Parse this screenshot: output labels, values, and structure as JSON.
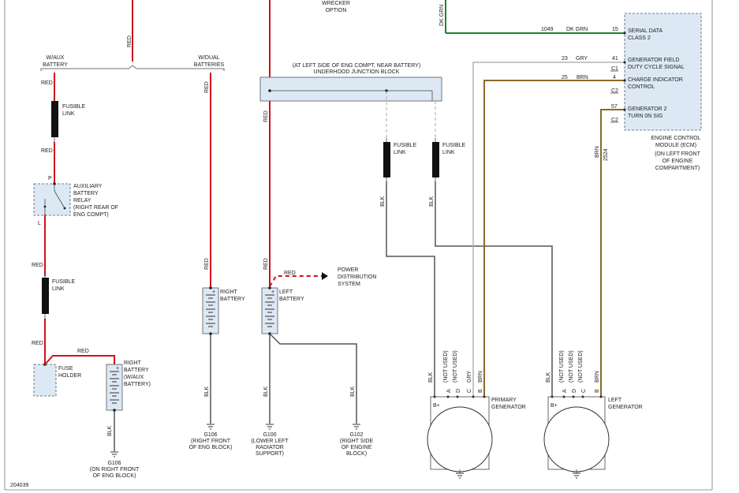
{
  "figure_id": "204039",
  "top_labels": {
    "red_top": "RED",
    "wrecker_line1": "WRECKER",
    "wrecker_line2": "OPTION",
    "dk_grn_top": "DK GRN",
    "w_aux_line1": "W/AUX",
    "w_aux_line2": "BATTERY",
    "w_dual_line1": "W/DUAL",
    "w_dual_line2": "BATTERIES"
  },
  "junction_block": {
    "line1": "(AT LEFT SIDE OF ENG COMPT, NEAR BATTERY)",
    "line2": "UNDERHOOD JUNCTION BLOCK"
  },
  "ecm": {
    "rows": [
      {
        "circuit": "1049",
        "color": "DK GRN",
        "pin": "15",
        "name1": "SERIAL DATA",
        "name2": "CLASS 2",
        "connector": ""
      },
      {
        "circuit": "23",
        "color": "GRY",
        "pin": "41",
        "name1": "GENERATOR FIELD",
        "name2": "DUTY CYCLE SIGNAL",
        "connector": "C1"
      },
      {
        "circuit": "25",
        "color": "BRN",
        "pin": "4",
        "name1": "CHARGE INDICATOR",
        "name2": "CONTROL",
        "connector": "C2"
      },
      {
        "circuit": "57",
        "color": "",
        "pin": "",
        "name1": "GENERATOR 2",
        "name2": "TURN 0N SIG",
        "connector": "C2"
      }
    ],
    "title1": "ENGINE CONTROL",
    "title2": "MODULE (ECM)",
    "loc1": "(ON LEFT FRONT",
    "loc2": "OF ENGINE",
    "loc3": "COMPARTMENT)",
    "vertical_color": "BRN",
    "vertical_circuit": "2524"
  },
  "wire_labels": {
    "red": "RED",
    "blk": "BLK",
    "fusible1": "FUSIBLE",
    "fusible2": "LINK"
  },
  "aux_relay": {
    "pin_p": "P",
    "pin_l": "L",
    "line1": "AUXILIARY",
    "line2": "BATTERY",
    "line3": "RELAY",
    "line4": "(RIGHT REAR OF",
    "line5": "ENG COMPT)"
  },
  "fuse_holder": {
    "line1": "FUSE",
    "line2": "HOLDER"
  },
  "batteries": {
    "aux_right": {
      "line1": "RIGHT",
      "line2": "BATTERY",
      "line3": "(W/AUX",
      "line4": "BATTERY)"
    },
    "right": {
      "line1": "RIGHT",
      "line2": "BATTERY"
    },
    "left": {
      "line1": "LEFT",
      "line2": "BATTERY"
    }
  },
  "pds": {
    "line1": "POWER",
    "line2": "DISTRIBUTION",
    "line3": "SYSTEM"
  },
  "grounds": {
    "g106_aux": {
      "name": "G106",
      "line1": "(ON RIGHT FRONT",
      "line2": "OF ENG BLOCK)"
    },
    "g106": {
      "name": "G106",
      "line1": "(RIGHT FRONT",
      "line2": "OF ENG BLOCK)"
    },
    "g100": {
      "name": "G100",
      "line1": "(LOWER LEFT",
      "line2": "RADIATOR",
      "line3": "SUPPORT)"
    },
    "g102": {
      "name": "G102",
      "line1": "(RIGHT SIDE",
      "line2": "OF ENGINE",
      "line3": "BLOCK)"
    }
  },
  "generators": {
    "primary": {
      "line1": "PRIMARY",
      "line2": "GENERATOR"
    },
    "left": {
      "line1": "LEFT",
      "line2": "GENERATOR"
    },
    "terminals": {
      "a": "A",
      "d": "D",
      "c": "C",
      "b": "B",
      "bplus": "B+"
    },
    "not_used": "(NOT USED)",
    "wire_blk": "BLK",
    "wire_gry": "GRY",
    "wire_brn": "BRN"
  }
}
